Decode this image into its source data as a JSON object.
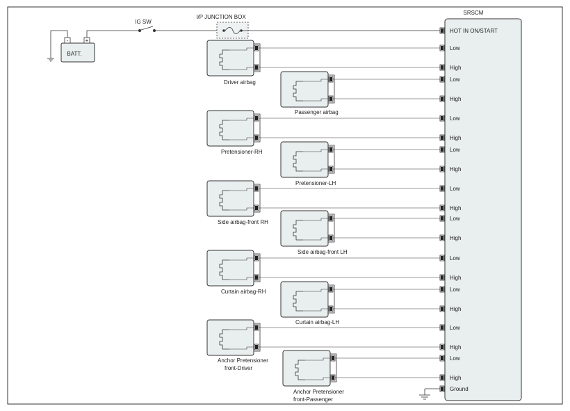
{
  "batt": "BATT.",
  "minus": "-",
  "plus": "+",
  "ig_sw": "IG SW",
  "junction_box": "I/P JUNCTION BOX",
  "module": {
    "name": "SRSCM",
    "hot_label": "HOT IN ON/START",
    "ground_label": "Ground"
  },
  "pin_low": "Low",
  "pin_high": "High",
  "components": [
    {
      "id": "driver-airbag",
      "caption": [
        "Driver airbag"
      ]
    },
    {
      "id": "passenger-airbag",
      "caption": [
        "Passenger airbag"
      ]
    },
    {
      "id": "pretensioner-rh",
      "caption": [
        "Pretensioner-RH"
      ]
    },
    {
      "id": "pretensioner-lh",
      "caption": [
        "Pretensioner-LH"
      ]
    },
    {
      "id": "side-airbag-front-rh",
      "caption": [
        "Side airbag-front RH"
      ]
    },
    {
      "id": "side-airbag-front-lh",
      "caption": [
        "Side airbag-front LH"
      ]
    },
    {
      "id": "curtain-airbag-rh",
      "caption": [
        "Curtain airbag-RH"
      ]
    },
    {
      "id": "curtain-airbag-lh",
      "caption": [
        "Curtain airbag-LH"
      ]
    },
    {
      "id": "anchor-pretensioner-front-driver",
      "caption": [
        "Anchor Pretensioner",
        "front-Driver"
      ]
    },
    {
      "id": "anchor-pretensioner-front-passenger",
      "caption": [
        "Anchor Pretensioner",
        "front-Passenger"
      ]
    }
  ]
}
